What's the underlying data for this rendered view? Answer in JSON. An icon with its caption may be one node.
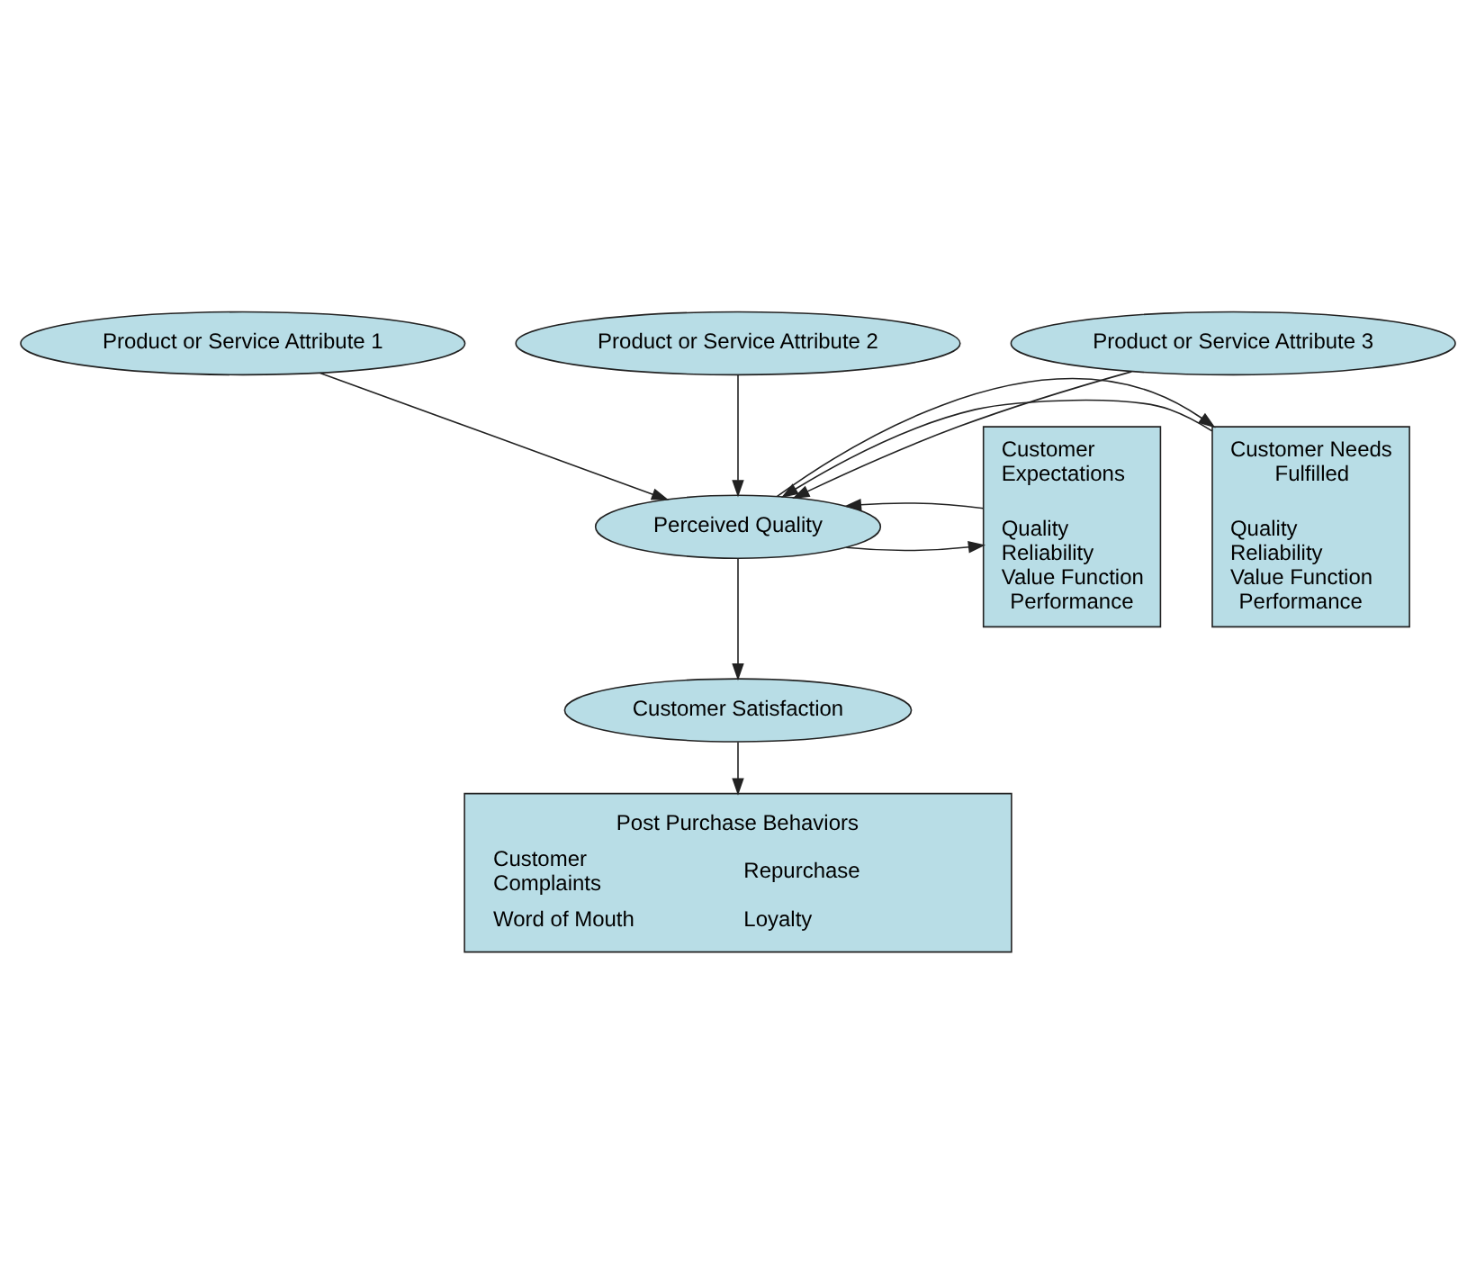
{
  "diagram": {
    "nodes": [
      {
        "text": [
          "Product or Service Attribute 1"
        ]
      },
      {
        "text": [
          "Product or Service Attribute 2"
        ]
      },
      {
        "text": [
          "Product or Service Attribute 3"
        ]
      },
      {
        "text": [
          "Customer Needs Fulfilled",
          "Quality Reliability Value Function Performance"
        ]
      },
      {
        "text": [
          "Perceived Quality"
        ]
      },
      {
        "text": [
          "Customer Expectations",
          "Quality Reliability Value Function Performance"
        ]
      },
      {
        "text": [
          "Customer Satisfaction"
        ]
      },
      {
        "text": [
          "Post Purchase Behaviors",
          "Customer Complaints",
          "Repurchase",
          "Word of Mouth",
          "Loyalty"
        ]
      }
    ],
    "edges": [
      {
        "from": 0,
        "to": 4,
        "arrow": "to"
      },
      {
        "from": 1,
        "to": 4,
        "arrow": "to"
      },
      {
        "from": 2,
        "to": 4,
        "arrow": "to"
      },
      {
        "from": 3,
        "to": 4,
        "arrow": "to"
      },
      {
        "from": 4,
        "to": 3,
        "arrow": "to"
      },
      {
        "from": 4,
        "to": 5,
        "arrow": "to"
      },
      {
        "from": 5,
        "to": 4,
        "arrow": "to"
      },
      {
        "from": 4,
        "to": 6,
        "arrow": "to"
      },
      {
        "from": 6,
        "to": 7,
        "arrow": "to"
      }
    ]
  }
}
